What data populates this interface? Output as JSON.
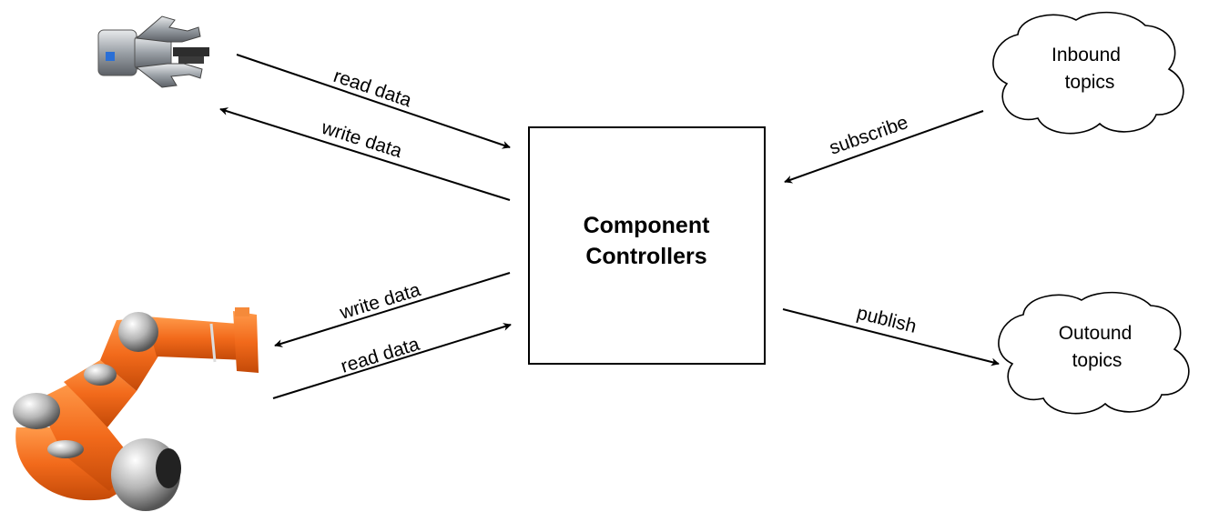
{
  "center_box": {
    "line1": "Component",
    "line2": "Controllers"
  },
  "clouds": {
    "inbound": {
      "line1": "Inbound",
      "line2": "topics"
    },
    "outbound": {
      "line1": "Outound",
      "line2": "topics"
    }
  },
  "edges": {
    "gripper_read": "read data",
    "gripper_write": "write data",
    "arm_write": "write data",
    "arm_read": "read data",
    "subscribe": "subscribe",
    "publish": "publish"
  },
  "images": {
    "gripper": "robotic-gripper-icon",
    "arm": "robot-arm-icon"
  },
  "colors": {
    "arm_orange": "#f26a1b",
    "joint_silver": "#b8b8b8",
    "gripper_gray": "#8c9196"
  }
}
